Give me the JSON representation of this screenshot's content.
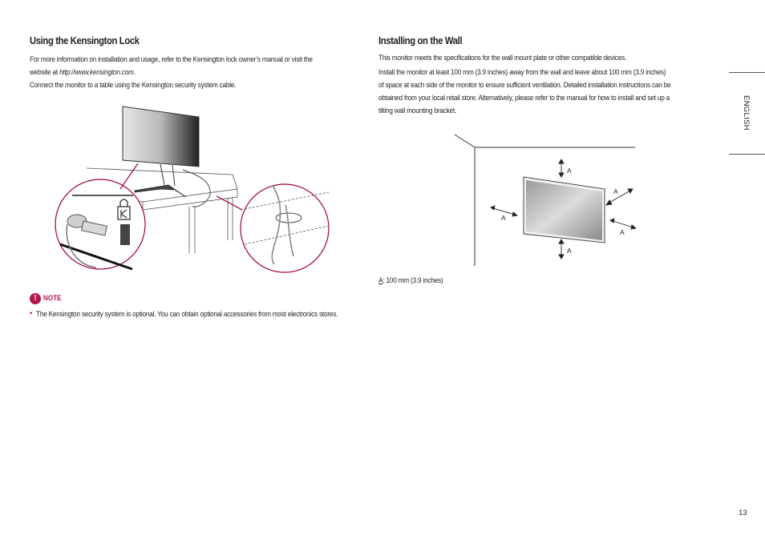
{
  "left": {
    "heading": "Using the Kensington Lock",
    "para1_a": "For more information on installation and usage, refer to the Kensington lock owner’s manual or visit the",
    "para1_b": "website at ",
    "para1_link": "http://www.kensington.com",
    "para1_end": ".",
    "para2": "Connect the monitor to a table using the Kensington security system cable.",
    "note_label": "NOTE",
    "note_bullet": "•",
    "note_text": "The Kensington security system is optional. You can obtain optional accessories from most electronics stores."
  },
  "right": {
    "heading": "Installing on the Wall",
    "para1": "This monitor meets the specifications for the wall mount plate or other compatible devices.",
    "para2_l1": "Install the monitor at least 100 mm (3.9 inches) away from the wall and leave about 100 mm (3.9 inches)",
    "para2_l2": "of space at each side of the monitor to ensure sufficient ventilation. Detailed installation instructions can be",
    "para2_l3": "obtained from your local retail store. Alternatively, please refer to the manual for how to install and set up a",
    "para2_l4": "tilting wall mounting bracket.",
    "label_a": "A",
    "caption_key": "A",
    "caption_text": ": 100 mm (3.9 inches)"
  },
  "side_tab": "ENGLISH",
  "page_number": "13",
  "colors": {
    "accent": "#b3164a",
    "text": "#231f20"
  }
}
